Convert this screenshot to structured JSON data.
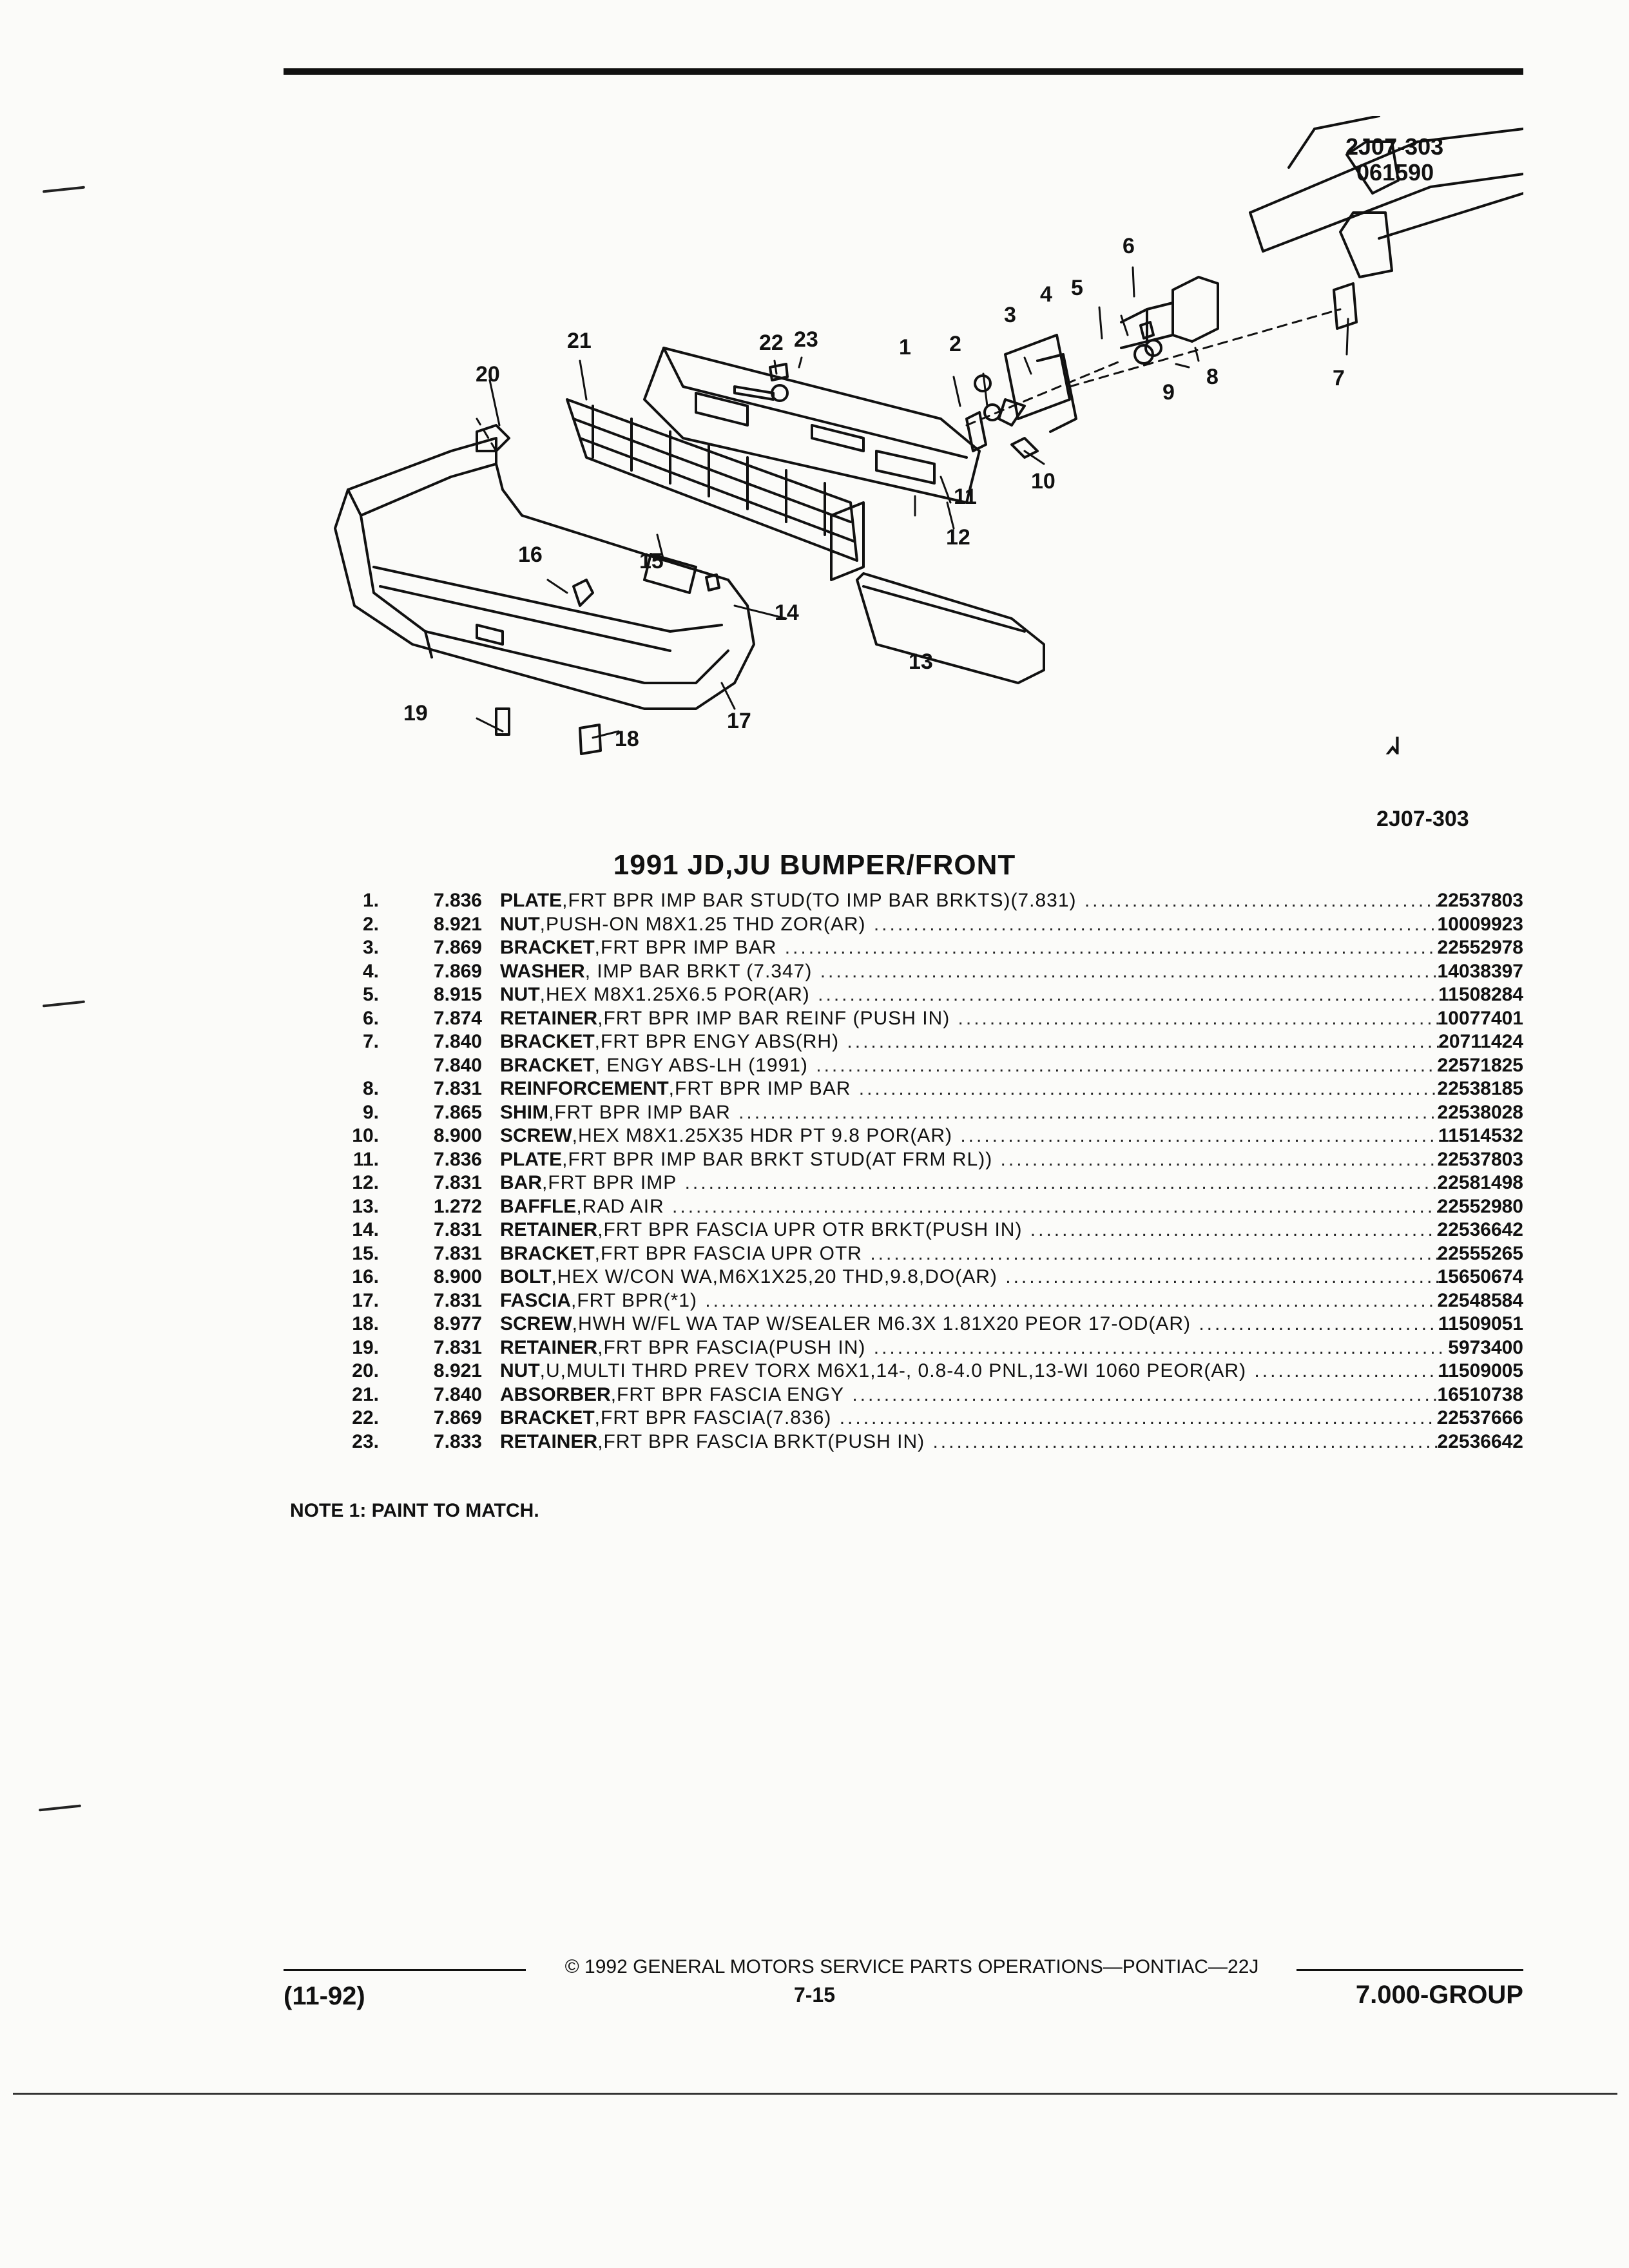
{
  "figure": {
    "id_top": "2J07-303",
    "date_code": "061590",
    "ref_label": "2J07-303",
    "logo_glyph": "ᖽ",
    "callouts": [
      "1",
      "2",
      "3",
      "4",
      "5",
      "6",
      "7",
      "8",
      "9",
      "10",
      "11",
      "12",
      "13",
      "14",
      "15",
      "16",
      "17",
      "18",
      "19",
      "20",
      "21",
      "22",
      "23"
    ]
  },
  "section_title": "1991 JD,JU BUMPER/FRONT",
  "parts": [
    {
      "num": "1.",
      "group": "7.836",
      "name": "PLATE",
      "desc": ",FRT BPR IMP BAR STUD(TO IMP BAR BRKTS)(7.831)",
      "part": "22537803"
    },
    {
      "num": "2.",
      "group": "8.921",
      "name": "NUT",
      "desc": ",PUSH-ON M8X1.25 THD ZOR(AR)",
      "part": "10009923"
    },
    {
      "num": "3.",
      "group": "7.869",
      "name": "BRACKET",
      "desc": ",FRT BPR IMP BAR",
      "part": "22552978"
    },
    {
      "num": "4.",
      "group": "7.869",
      "name": "WASHER",
      "desc": ", IMP BAR BRKT (7.347)",
      "part": "14038397"
    },
    {
      "num": "5.",
      "group": "8.915",
      "name": "NUT",
      "desc": ",HEX M8X1.25X6.5 POR(AR)",
      "part": "11508284"
    },
    {
      "num": "6.",
      "group": "7.874",
      "name": "RETAINER",
      "desc": ",FRT BPR IMP BAR REINF (PUSH IN)",
      "part": "10077401"
    },
    {
      "num": "7.",
      "group": "7.840",
      "name": "BRACKET",
      "desc": ",FRT BPR ENGY ABS(RH)",
      "part": "20711424"
    },
    {
      "num": "",
      "group": "7.840",
      "name": "BRACKET",
      "desc": ", ENGY ABS-LH (1991)",
      "part": "22571825"
    },
    {
      "num": "8.",
      "group": "7.831",
      "name": "REINFORCEMENT",
      "desc": ",FRT BPR IMP BAR",
      "part": "22538185"
    },
    {
      "num": "9.",
      "group": "7.865",
      "name": "SHIM",
      "desc": ",FRT BPR IMP BAR",
      "part": "22538028"
    },
    {
      "num": "10.",
      "group": "8.900",
      "name": "SCREW",
      "desc": ",HEX M8X1.25X35 HDR PT 9.8 POR(AR)",
      "part": "11514532"
    },
    {
      "num": "11.",
      "group": "7.836",
      "name": "PLATE",
      "desc": ",FRT BPR IMP BAR BRKT STUD(AT FRM RL))",
      "part": "22537803"
    },
    {
      "num": "12.",
      "group": "7.831",
      "name": "BAR",
      "desc": ",FRT BPR IMP",
      "part": "22581498"
    },
    {
      "num": "13.",
      "group": "1.272",
      "name": "BAFFLE",
      "desc": ",RAD AIR",
      "part": "22552980"
    },
    {
      "num": "14.",
      "group": "7.831",
      "name": "RETAINER",
      "desc": ",FRT BPR FASCIA UPR OTR BRKT(PUSH IN)",
      "part": "22536642"
    },
    {
      "num": "15.",
      "group": "7.831",
      "name": "BRACKET",
      "desc": ",FRT BPR FASCIA UPR OTR",
      "part": "22555265"
    },
    {
      "num": "16.",
      "group": "8.900",
      "name": "BOLT",
      "desc": ",HEX W/CON WA,M6X1X25,20 THD,9.8,DO(AR)",
      "part": "15650674"
    },
    {
      "num": "17.",
      "group": "7.831",
      "name": "FASCIA",
      "desc": ",FRT BPR(*1)",
      "part": "22548584"
    },
    {
      "num": "18.",
      "group": "8.977",
      "name": "SCREW",
      "desc": ",HWH W/FL WA TAP W/SEALER M6.3X 1.81X20 PEOR 17-OD(AR)",
      "part": "11509051"
    },
    {
      "num": "19.",
      "group": "7.831",
      "name": "RETAINER",
      "desc": ",FRT BPR FASCIA(PUSH IN)",
      "part": "5973400"
    },
    {
      "num": "20.",
      "group": "8.921",
      "name": "NUT",
      "desc": ",U,MULTI THRD PREV TORX M6X1,14-, 0.8-4.0 PNL,13-WI 1060 PEOR(AR)",
      "part": "11509005"
    },
    {
      "num": "21.",
      "group": "7.840",
      "name": "ABSORBER",
      "desc": ",FRT BPR FASCIA ENGY",
      "part": "16510738"
    },
    {
      "num": "22.",
      "group": "7.869",
      "name": "BRACKET",
      "desc": ",FRT BPR FASCIA(7.836)",
      "part": "22537666"
    },
    {
      "num": "23.",
      "group": "7.833",
      "name": "RETAINER",
      "desc": ",FRT BPR FASCIA BRKT(PUSH IN)",
      "part": "22536642"
    }
  ],
  "note": "NOTE  1:  PAINT TO MATCH.",
  "footer": {
    "copyright": "© 1992 GENERAL MOTORS SERVICE PARTS OPERATIONS—PONTIAC—22J",
    "date": "(11-92)",
    "page": "7-15",
    "group": "7.000-GROUP"
  }
}
